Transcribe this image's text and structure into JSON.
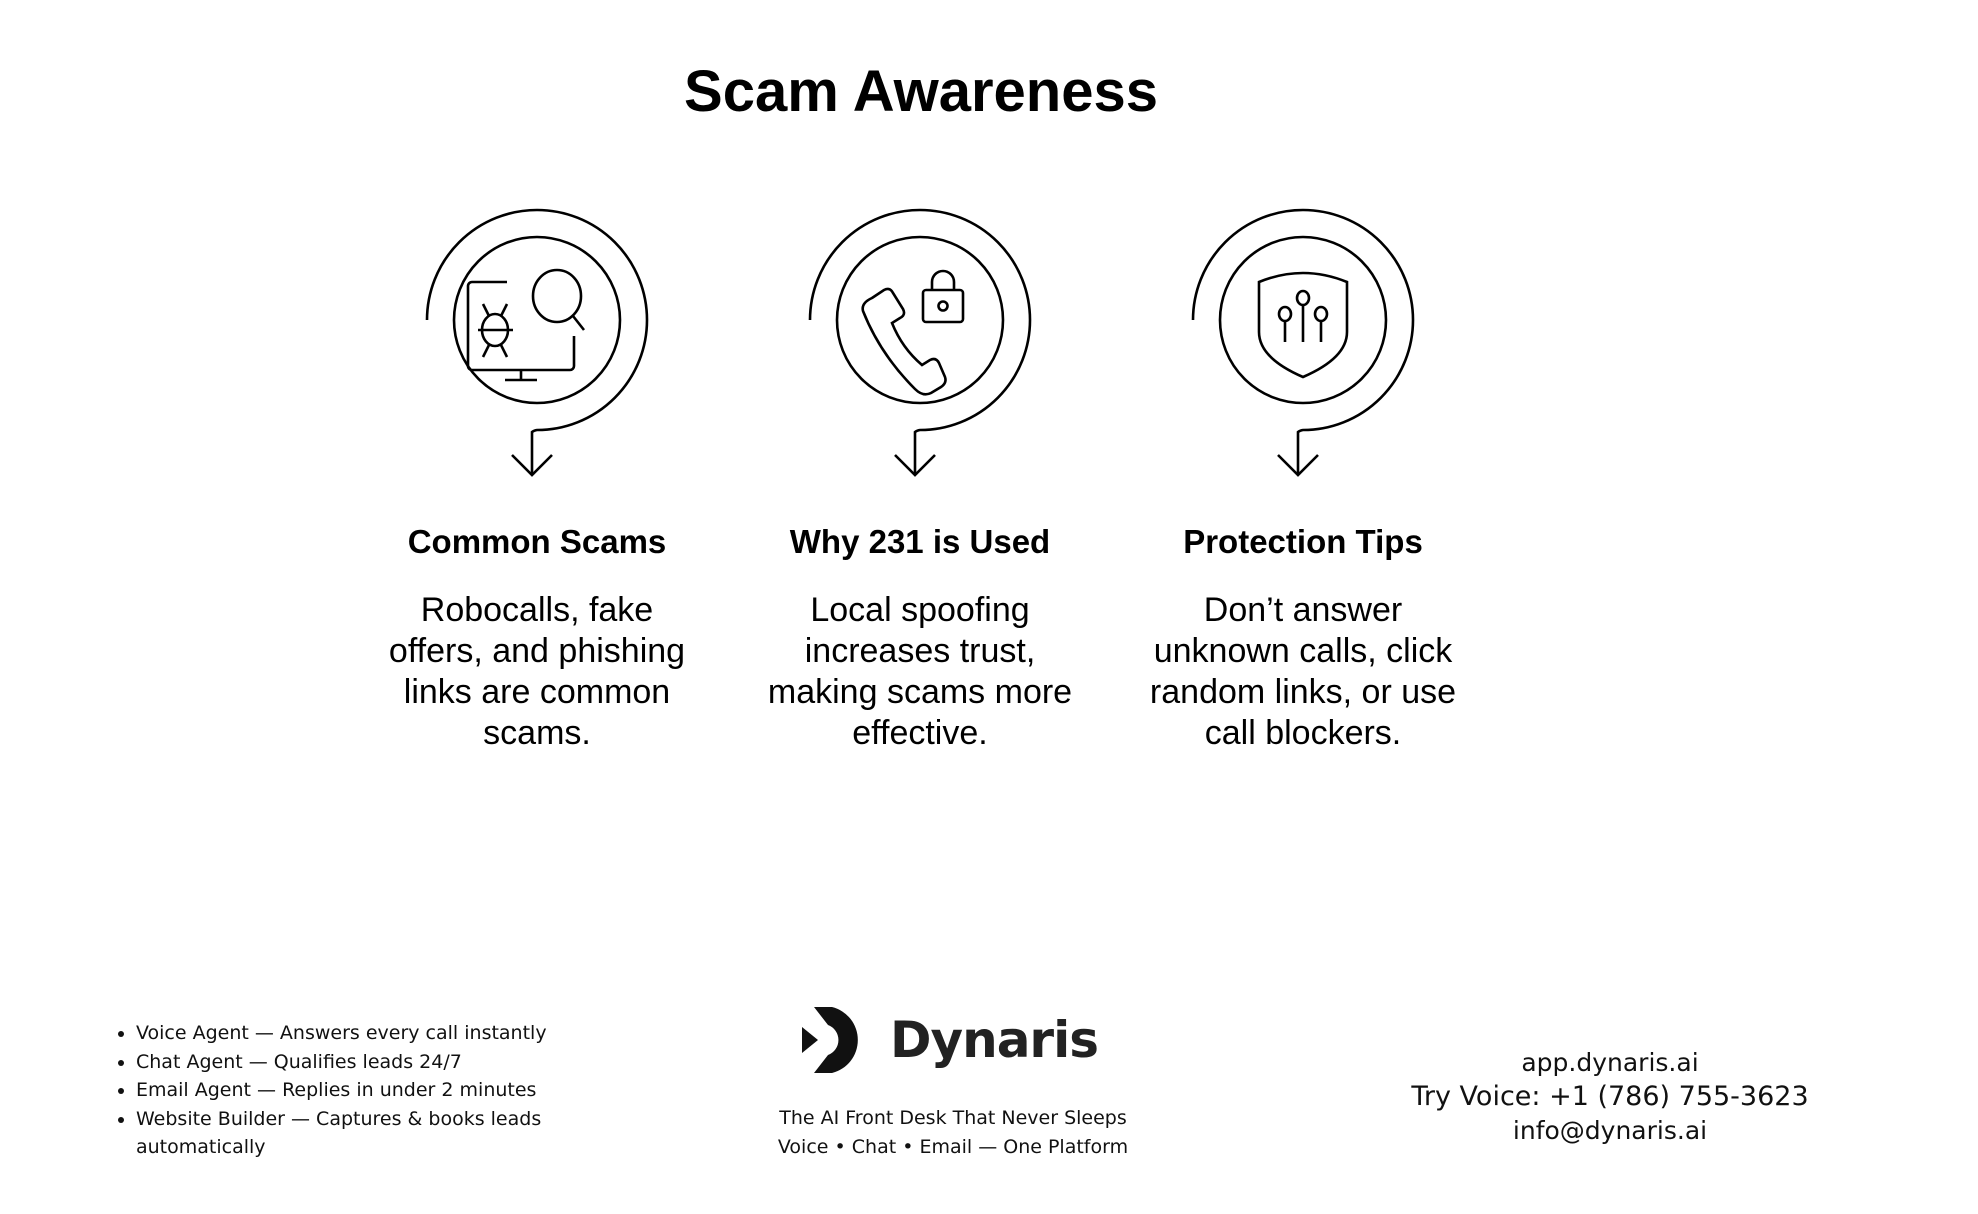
{
  "title": "Scam Awareness",
  "columns": [
    {
      "icon": "monitor-bug-magnifier-icon",
      "heading": "Common Scams",
      "body": "Robocalls, fake offers, and phishing links are common scams."
    },
    {
      "icon": "phone-lock-icon",
      "heading": "Why 231 is Used",
      "body": "Local spoofing increases trust, making scams more effective."
    },
    {
      "icon": "shield-circuit-icon",
      "heading": "Protection Tips",
      "body": "Don’t answer unknown calls, click random links, or use call blockers."
    }
  ],
  "footer": {
    "features": [
      "Voice Agent — Answers every call instantly",
      "Chat Agent — Qualifies leads 24/7",
      "Email Agent — Replies in under 2 minutes",
      " Website Builder — Captures & books leads automatically"
    ],
    "brand": "Dynaris",
    "tagline": "The AI Front Desk That Never Sleeps",
    "subtagline": "Voice • Chat • Email — One Platform",
    "website": "app.dynaris.ai",
    "phone": "Try Voice: +1 (786) 755-3623",
    "email": "info@dynaris.ai"
  }
}
